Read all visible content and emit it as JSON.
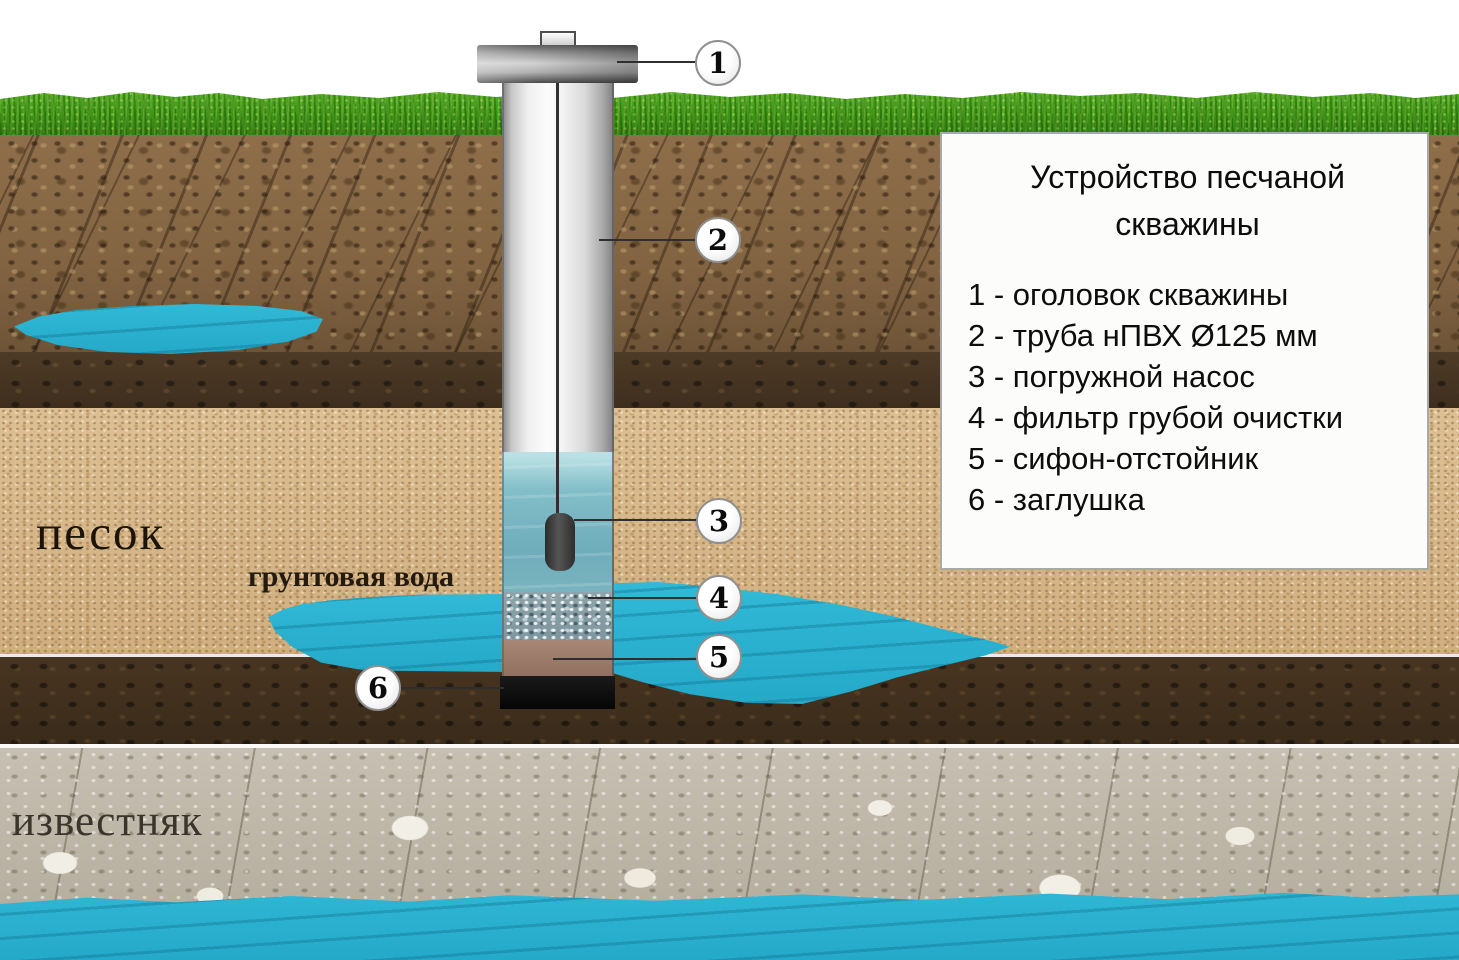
{
  "legend": {
    "title": "Устройство песчаной скважины",
    "items": [
      "1 - оголовок скважины",
      "2 - труба нПВХ Ø125 мм",
      "3 - погружной насос",
      "4 - фильтр грубой очистки",
      "5 - сифон-отстойник",
      "6 - заглушка"
    ]
  },
  "labels": {
    "sand": "песок",
    "groundwater": "грунтовая вода",
    "limestone": "известняк"
  },
  "callouts": [
    {
      "number": "1",
      "target": "оголовок скважины"
    },
    {
      "number": "2",
      "target": "труба нПВХ Ø125 мм"
    },
    {
      "number": "3",
      "target": "погружной насос"
    },
    {
      "number": "4",
      "target": "фильтр грубой очистки"
    },
    {
      "number": "5",
      "target": "сифон-отстойник"
    },
    {
      "number": "6",
      "target": "заглушка"
    }
  ],
  "colors": {
    "water": "#2ab4d2",
    "grass": "#3f9c1d",
    "topsoil": "#826442",
    "clay": "#42311f",
    "sand": "#d6b68b",
    "limestone": "#c0b9ab",
    "pipe": "#e9e9e9",
    "pump": "#3a3a3a",
    "plug": "#0b0b0b",
    "legend_background": "#fcfcfa"
  }
}
